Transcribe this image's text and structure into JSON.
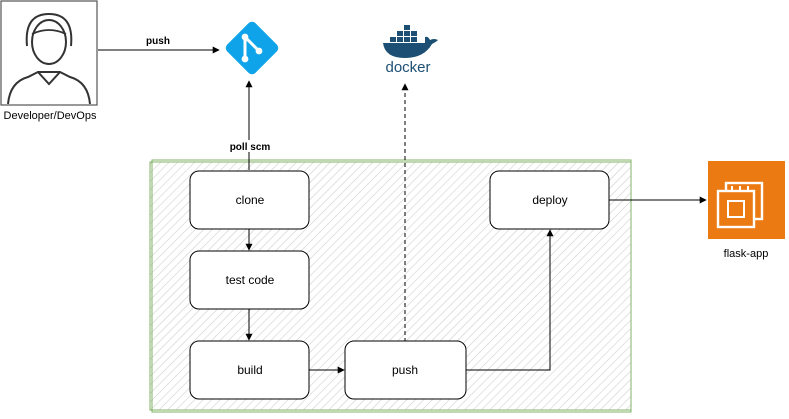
{
  "actors": {
    "developer_label": "Developer/DevOps",
    "aws_label": "flask-app",
    "docker_label": "docker"
  },
  "edges": {
    "push_to_git": "push",
    "poll_scm": "poll scm"
  },
  "steps": {
    "clone": "clone",
    "test_code": "test code",
    "build": "build",
    "push": "push",
    "deploy": "deploy"
  },
  "colors": {
    "git": "#0fa4ea",
    "docker": "#1c4f73",
    "aws": "#ec7a13",
    "pipeline_border": "#82b366",
    "pipeline_hatch": "#d1d1d1"
  }
}
